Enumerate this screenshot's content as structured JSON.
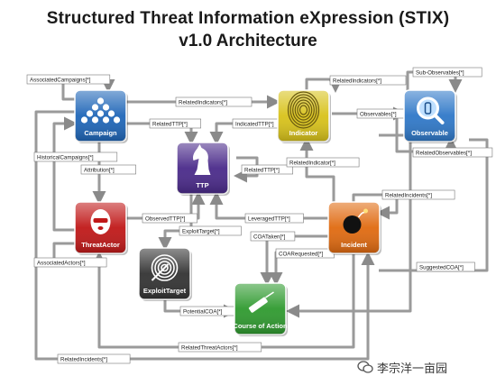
{
  "title_line1": "Structured Threat Information eXpression (STIX)",
  "title_line2": "v1.0 Architecture",
  "watermark": "李宗洋一亩园",
  "nodes": [
    {
      "id": "campaign",
      "label": "Campaign",
      "color": "#1f66b8",
      "icon": "balls-pyramid-icon"
    },
    {
      "id": "indicator",
      "label": "Indicator",
      "color": "#d8c21a",
      "icon": "fingerprint-icon"
    },
    {
      "id": "observable",
      "label": "Observable",
      "color": "#2f78c8",
      "icon": "magnifier-icon"
    },
    {
      "id": "ttp",
      "label": "TTP",
      "color": "#4a2a8a",
      "icon": "chess-knight-icon"
    },
    {
      "id": "threatactor",
      "label": "ThreatActor",
      "color": "#c01818",
      "icon": "masked-head-icon"
    },
    {
      "id": "incident",
      "label": "Incident",
      "color": "#e06a10",
      "icon": "bomb-icon"
    },
    {
      "id": "exploittarget",
      "label": "ExploitTarget",
      "color": "#333333",
      "icon": "target-icon"
    },
    {
      "id": "coa",
      "label": "Course of Action",
      "color": "#2f9a2f",
      "icon": "syringe-icon"
    }
  ],
  "relations": [
    "AssociatedCampaigns[*]",
    "RelatedIndicators[*]",
    "RelatedIndicators[*]",
    "Sub-Observables[*]",
    "Observables[*]",
    "RelatedTTP[*]",
    "IndicatedTTP[*]",
    "HistoricalCampaigns[*]",
    "RelatedTTP[*]",
    "RelatedIndicator[*]",
    "RelatedObservables[*]",
    "Attribution[*]",
    "RelatedIncidents[*]",
    "ObservedTTP[*]",
    "LeveragedTTP[*]",
    "ExploitTarget[*]",
    "COATaken[*]",
    "COARequested[*]",
    "AssociatedActors[*]",
    "SuggestedCOA[*]",
    "PotentialCOA[*]",
    "RelatedThreatActors[*]",
    "RelatedIncidents[*]"
  ]
}
